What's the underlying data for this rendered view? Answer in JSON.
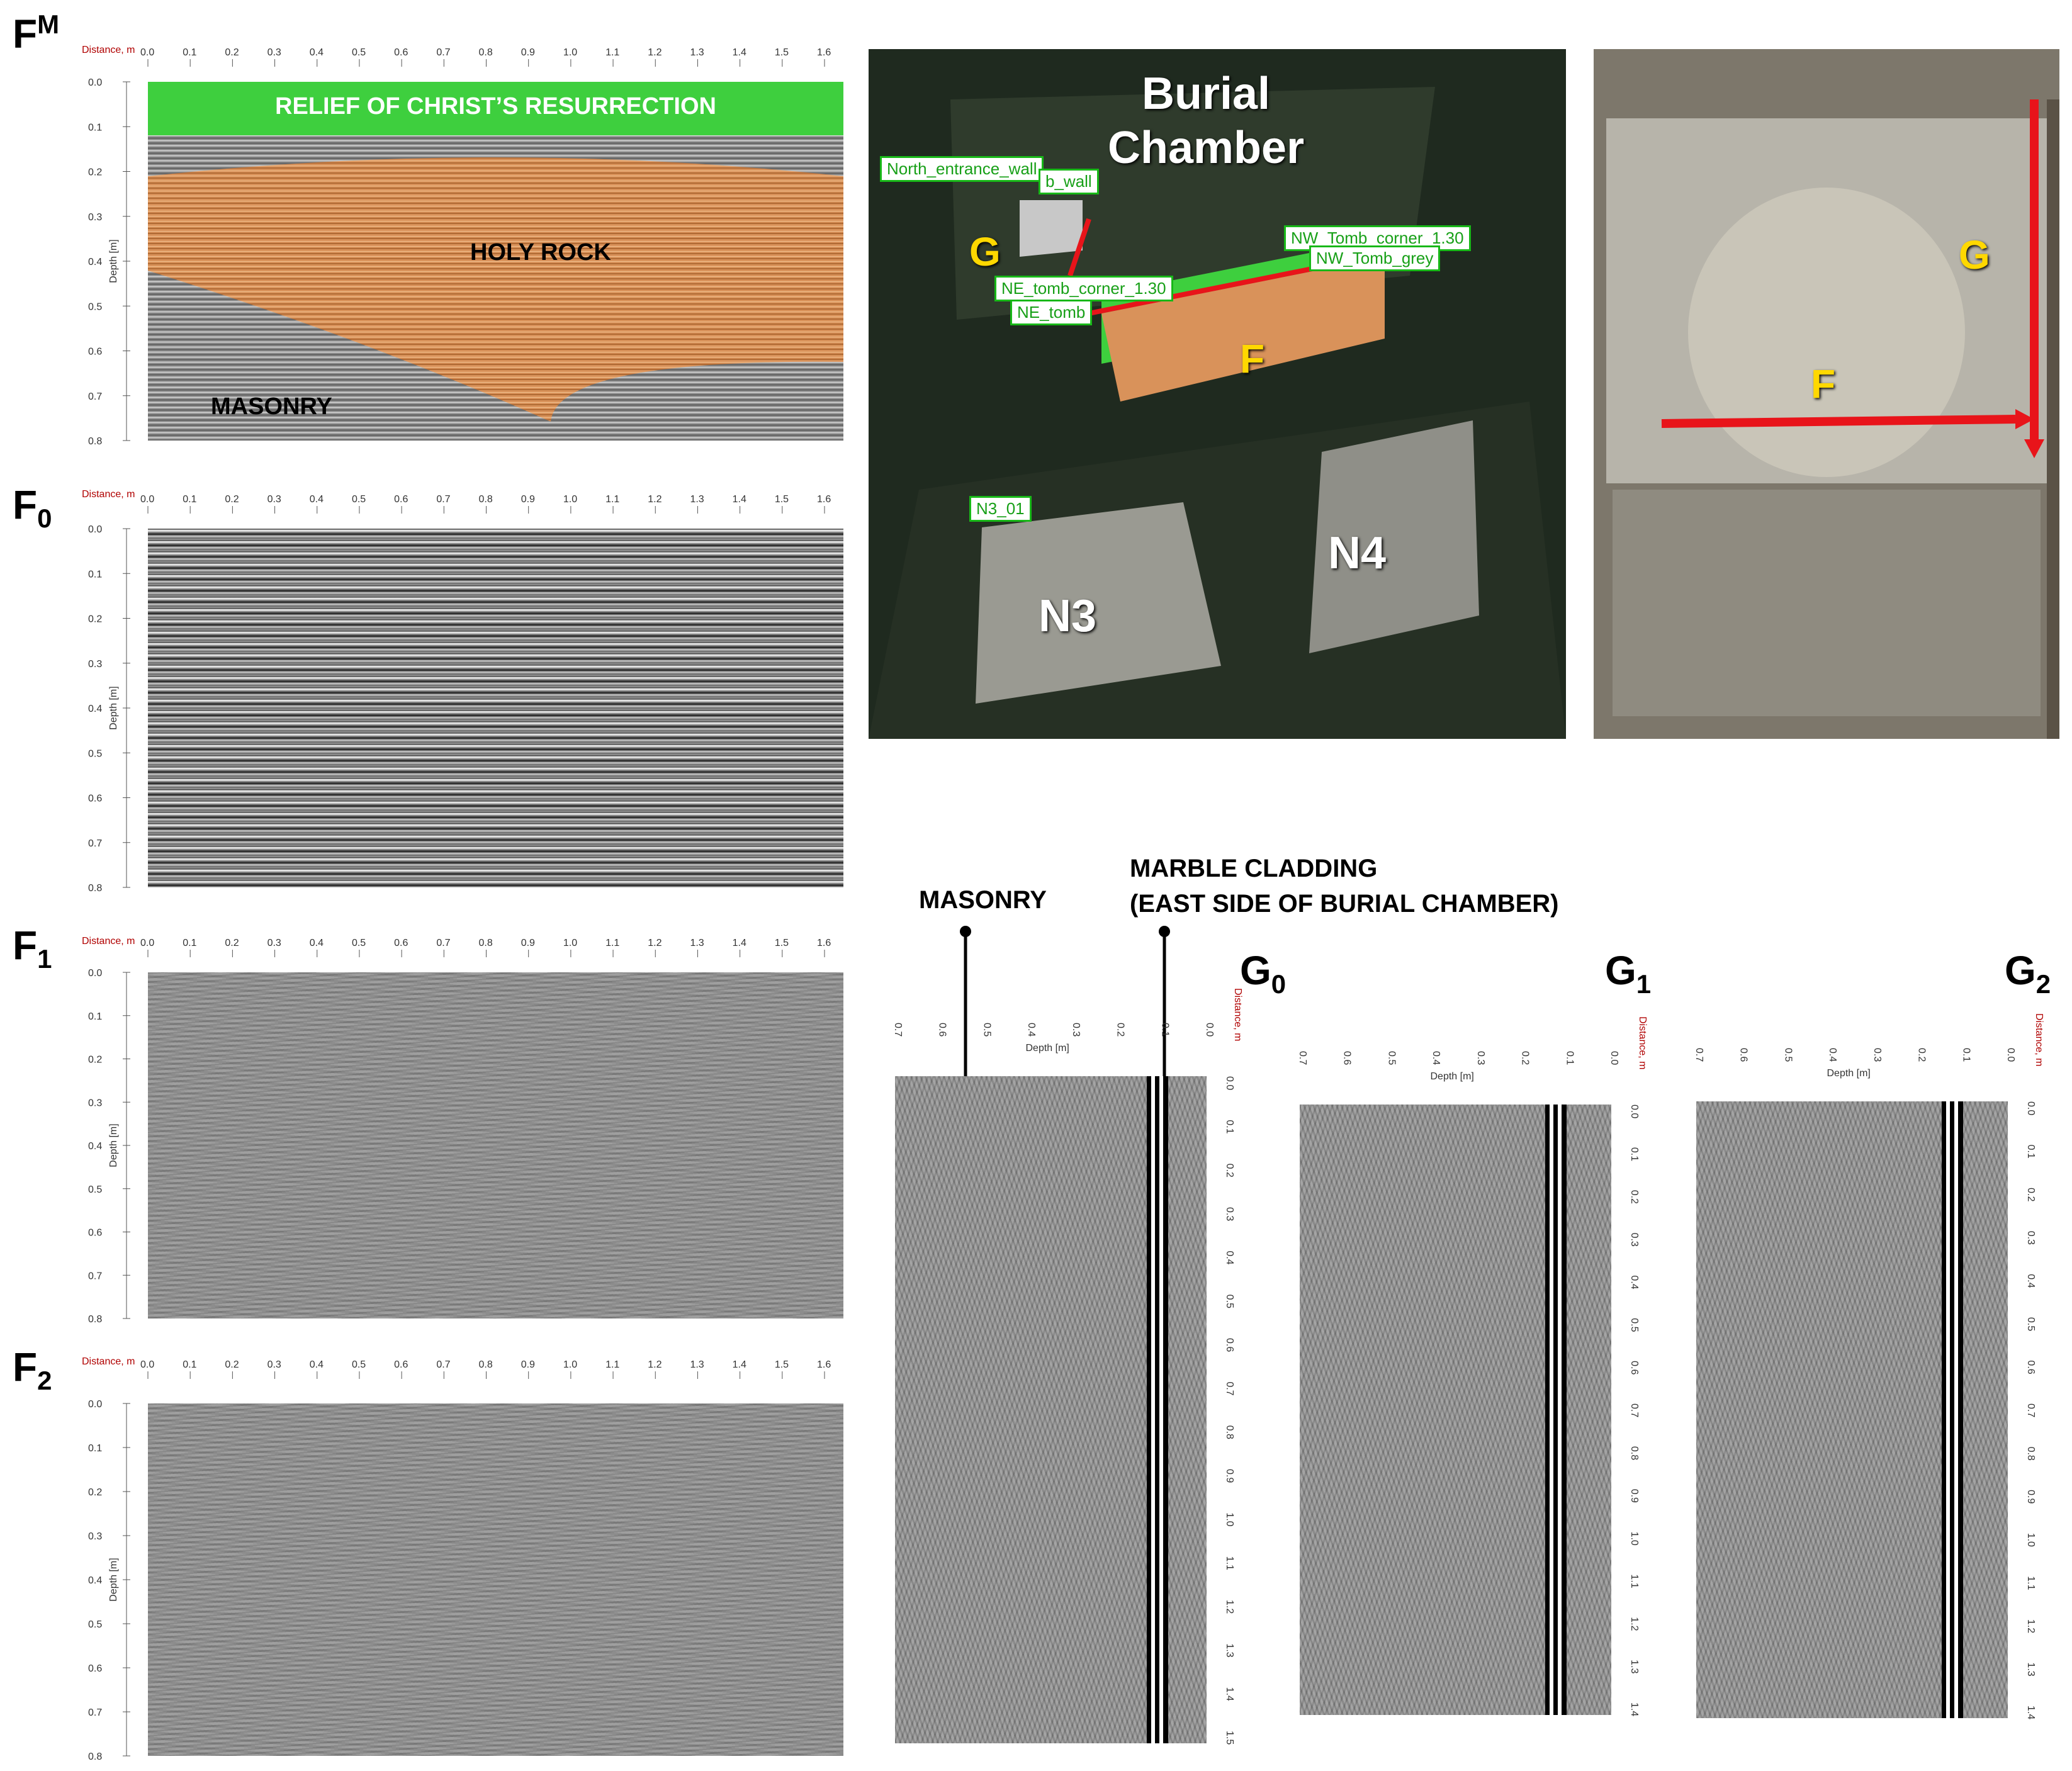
{
  "labels": {
    "fm": "F",
    "fm_sup": "M",
    "f0": "F",
    "f0_sub": "0",
    "f1": "F",
    "f1_sub": "1",
    "f2": "F",
    "f2_sub": "2",
    "g0": "G",
    "g0_sub": "0",
    "g1": "G",
    "g1_sub": "1",
    "g2": "G",
    "g2_sub": "2"
  },
  "horizontal_axis": {
    "distance_label": "Distance, m",
    "depth_label": "Depth [m]",
    "x_ticks": [
      "0.0",
      "0.1",
      "0.2",
      "0.3",
      "0.4",
      "0.5",
      "0.6",
      "0.7",
      "0.8",
      "0.9",
      "1.0",
      "1.1",
      "1.2",
      "1.3",
      "1.4",
      "1.5",
      "1.6"
    ],
    "y_ticks": [
      "0.0",
      "0.1",
      "0.2",
      "0.3",
      "0.4",
      "0.5",
      "0.6",
      "0.7",
      "0.8"
    ]
  },
  "vertical_axis": {
    "distance_label": "Distance, m",
    "depth_label": "Depth [m]",
    "depth_ticks": [
      "0.7",
      "0.6",
      "0.5",
      "0.4",
      "0.3",
      "0.2",
      "0.1",
      "0.0"
    ],
    "g0_distance_ticks": [
      "0.0",
      "0.1",
      "0.2",
      "0.3",
      "0.4",
      "0.5",
      "0.6",
      "0.7",
      "0.8",
      "0.9",
      "1.0",
      "1.1",
      "1.2",
      "1.3",
      "1.4",
      "1.5"
    ],
    "g12_distance_ticks": [
      "0.0",
      "0.1",
      "0.2",
      "0.3",
      "0.4",
      "0.5",
      "0.6",
      "0.7",
      "0.8",
      "0.9",
      "1.0",
      "1.1",
      "1.2",
      "1.3",
      "1.4"
    ]
  },
  "fm_layers": {
    "relief": "RELIEF OF CHRIST’S RESURRECTION",
    "rock": "HOLY ROCK",
    "masonry": "MASONRY"
  },
  "g_annotations": {
    "masonry": "MASONRY",
    "marble_line1": "MARBLE CLADDING",
    "marble_line2": "(EAST SIDE OF BURIAL CHAMBER)"
  },
  "model": {
    "burial_line1": "Burial",
    "burial_line2": "Chamber",
    "tags": {
      "north_entrance": "North_entrance_wall",
      "wall_suffix": "b_wall",
      "ne_corner": "NE_tomb_corner_1.30",
      "ne_tomb": "NE_tomb",
      "nw_corner": "NW_Tomb_corner_1.30",
      "nw_grey": "NW_Tomb_grey",
      "n3_01": "N3_01"
    },
    "g": "G",
    "f": "F",
    "n3": "N3",
    "n4": "N4"
  },
  "photo": {
    "g": "G",
    "f": "F"
  },
  "colors": {
    "relief_green": "#3ecf3e",
    "rock_orange": "#d9925a",
    "arrow_red": "#e8141a",
    "label_yellow": "#ffd800",
    "tag_green": "#18b818"
  }
}
